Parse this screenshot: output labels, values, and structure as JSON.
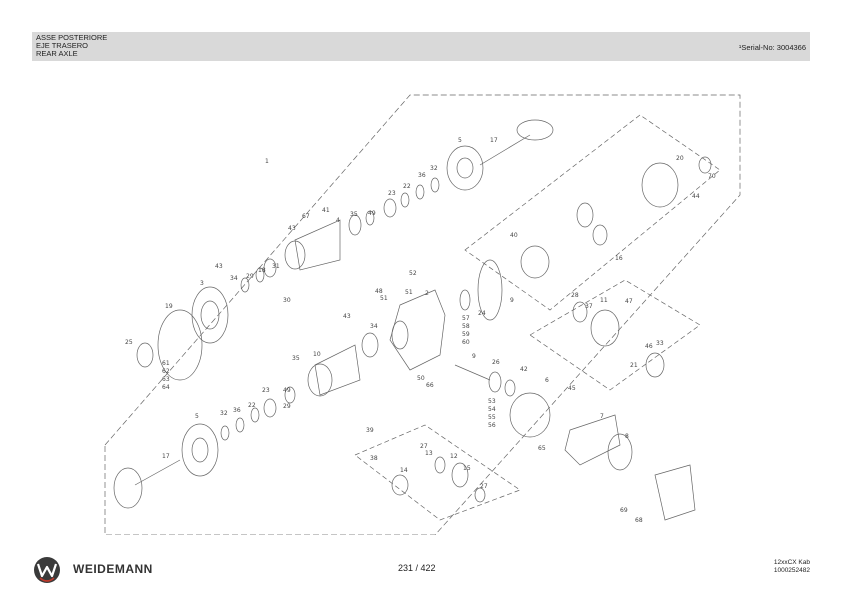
{
  "header": {
    "title_lines": [
      "ASSE POSTERIORE",
      "EJE TRASERO",
      "REAR AXLE"
    ],
    "serial": "¹Serial-No: 3004366"
  },
  "callouts": [
    "1",
    "2",
    "3",
    "4",
    "5",
    "5",
    "6",
    "7",
    "8",
    "9",
    "9",
    "10",
    "11",
    "12",
    "13",
    "14",
    "15",
    "16",
    "17",
    "17",
    "18",
    "19",
    "20",
    "21",
    "22",
    "22",
    "23",
    "23",
    "24",
    "25",
    "26",
    "27",
    "27",
    "28",
    "29",
    "29",
    "30",
    "31",
    "32",
    "32",
    "33",
    "34",
    "34",
    "35",
    "35",
    "36",
    "36",
    "37",
    "38",
    "39",
    "40",
    "41",
    "42",
    "43",
    "43",
    "43",
    "44",
    "45",
    "46",
    "47",
    "48",
    "49",
    "49",
    "50",
    "51",
    "51",
    "52",
    "57",
    "58",
    "59",
    "60",
    "61",
    "62",
    "63",
    "64",
    "53",
    "54",
    "55",
    "56",
    "65",
    "66",
    "67",
    "68",
    "69",
    "70"
  ],
  "footer": {
    "brand": "WEIDEMANN",
    "page": "231 / 422",
    "model_line1": "12xxCX Kab",
    "model_line2": "1000252482"
  }
}
